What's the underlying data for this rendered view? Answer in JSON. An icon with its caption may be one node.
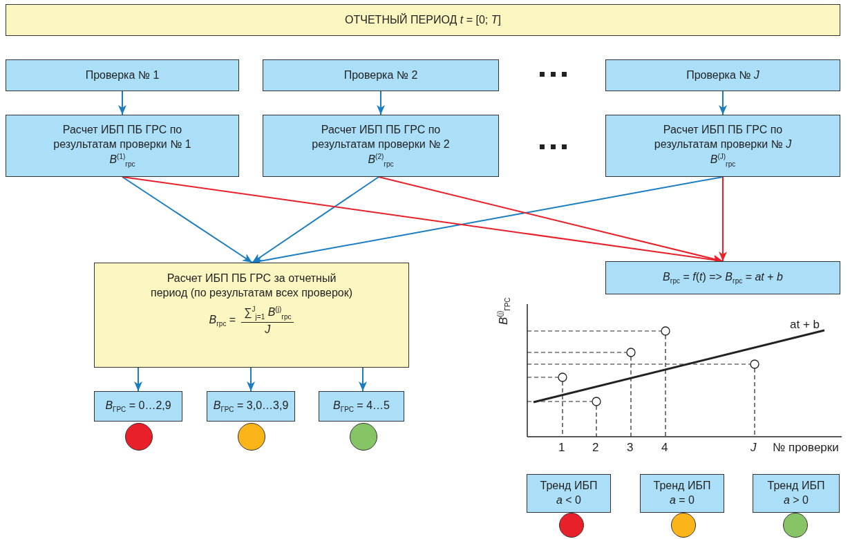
{
  "diagram": {
    "nodes": [
      {
        "text": [
          "ОТЧЕТНЫЙ ПЕРИОД *t* = [0; *T*]"
        ]
      },
      {
        "text": [
          "Проверка № 1"
        ]
      },
      {
        "text": [
          "Проверка № 2"
        ]
      },
      {
        "text": [
          "Проверка № *J*"
        ]
      },
      {
        "text": [
          "Расчет ИБП ПБ ГРС по результатам проверки № 1",
          "*B*$^{(1)}$$_{грс}$"
        ]
      },
      {
        "text": [
          "Расчет ИБП ПБ ГРС по результатам проверки № 2",
          "*B*$^{(2)}$$_{грс}$"
        ]
      },
      {
        "text": [
          "Расчет ИБП ПБ ГРС по результатам проверки № *J*",
          "*B*$^{(J)}$$_{грс}$"
        ]
      },
      {
        "text": [
          "Расчет ИБП ПБ ГРС за отчетный период (по результатам всех проверок)",
          "*B*$_{грс}$ =",
          "∑$^{J}$$_{j=1}$ *B*$^{(j)}$$_{грс}$",
          "*J*"
        ]
      },
      {
        "text": [
          "*B*$_{грс}$ = *f*(*t*) => *B*$_{грс}$ = *at* + *b*"
        ]
      },
      {
        "text": [
          "*B*$_{ГРС}$ = 0…2,9"
        ]
      },
      {
        "text": [
          "*B*$_{ГРС}$ = 3,0…3,9"
        ]
      },
      {
        "text": [
          "*B*$_{ГРС}$ = 4…5"
        ]
      },
      {
        "text": [],
        "shape": "circle"
      },
      {
        "text": [],
        "shape": "circle"
      },
      {
        "text": [],
        "shape": "circle"
      },
      {
        "text": [
          "Тренд ИБП *a* < 0"
        ]
      },
      {
        "text": [
          "Тренд ИБП *a* = 0"
        ]
      },
      {
        "text": [
          "Тренд ИБП *a* > 0"
        ]
      },
      {
        "text": [],
        "shape": "circle"
      },
      {
        "text": [],
        "shape": "circle"
      },
      {
        "text": [],
        "shape": "circle"
      }
    ],
    "edges": [
      {
        "from": 1,
        "to": 4,
        "arrow": "to"
      },
      {
        "from": 2,
        "to": 5,
        "arrow": "to"
      },
      {
        "from": 3,
        "to": 6,
        "arrow": "to"
      },
      {
        "from": 4,
        "to": 7,
        "arrow": "to"
      },
      {
        "from": 5,
        "to": 7,
        "arrow": "to"
      },
      {
        "from": 6,
        "to": 7,
        "arrow": "to"
      },
      {
        "from": 4,
        "to": 8,
        "arrow": "to",
        "color": "#e8202a"
      },
      {
        "from": 5,
        "to": 8,
        "arrow": "to",
        "color": "#e8202a"
      },
      {
        "from": 6,
        "to": 8,
        "arrow": "to",
        "color": "#e8202a"
      },
      {
        "from": 7,
        "to": 9,
        "arrow": "to"
      },
      {
        "from": 7,
        "to": 10,
        "arrow": "to"
      },
      {
        "from": 7,
        "to": 11,
        "arrow": "to"
      }
    ],
    "labels": [
      "*B*$^{(j)}$$_{ГРС}$",
      "at + b",
      "1",
      "2",
      "3",
      "4",
      "*J*",
      "№ проверки"
    ]
  }
}
